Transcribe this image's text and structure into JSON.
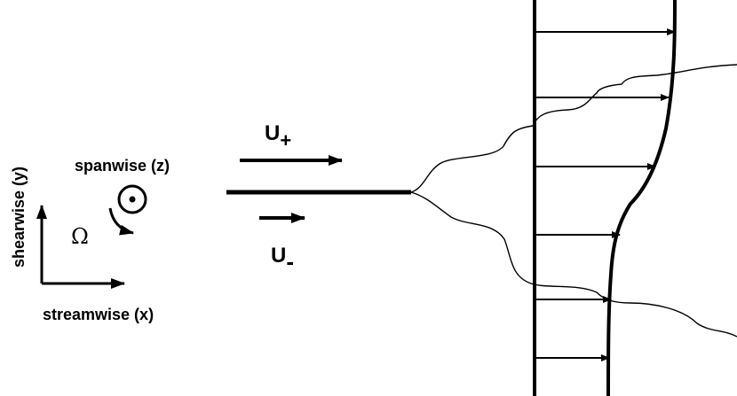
{
  "labels": {
    "shearwise": "shearwise (y)",
    "streamwise": "streamwise (x)",
    "spanwise": "spanwise (z)",
    "omega": "Ω",
    "u_plus_base": "U",
    "u_plus_sub": "+",
    "u_minus_base": "U",
    "u_minus_sub": "-"
  },
  "colors": {
    "ink": "#000000",
    "background": "#ffffff"
  },
  "icons": {
    "rotation": "clockwise-arrow-icon",
    "out_of_plane": "circled-dot-icon"
  }
}
